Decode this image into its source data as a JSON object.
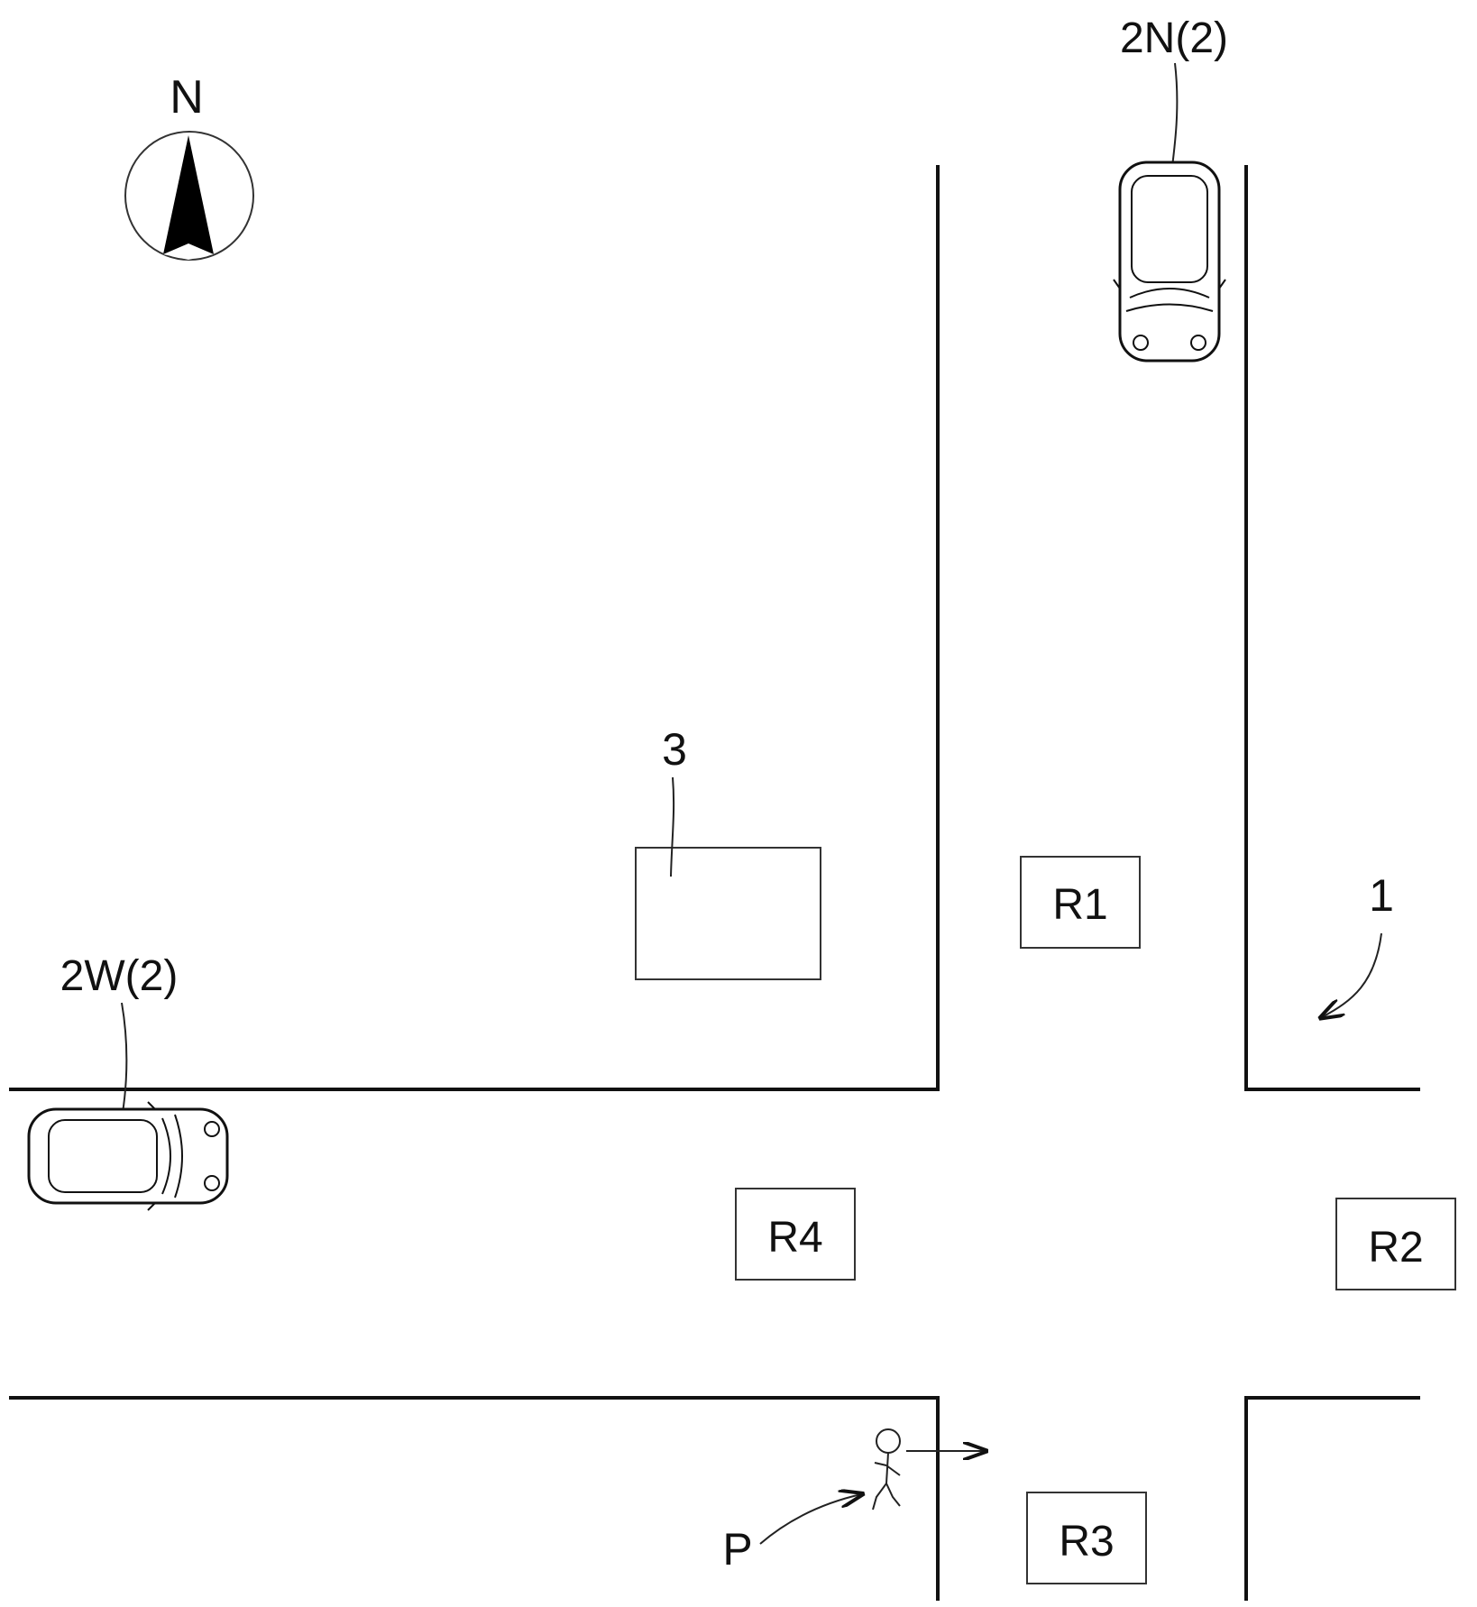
{
  "compass": {
    "label": "N"
  },
  "labels": {
    "car_north": "2N(2)",
    "car_west": "2W(2)",
    "building": "3",
    "intersection": "1",
    "pedestrian": "P"
  },
  "regions": {
    "r1": "R1",
    "r2": "R2",
    "r3": "R3",
    "r4": "R4"
  }
}
